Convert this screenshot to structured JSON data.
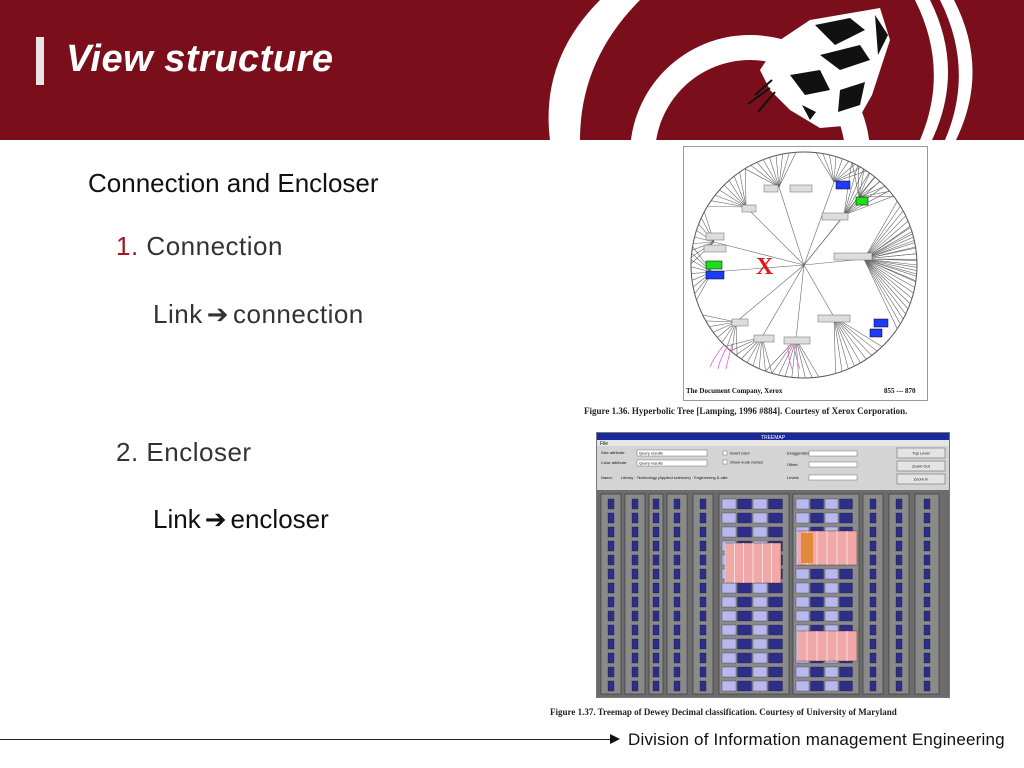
{
  "slide": {
    "title": "View structure",
    "heading": "Connection and Encloser",
    "items": [
      {
        "number": "1.",
        "label": "Connection",
        "sub_left": "Link",
        "sub_right": "connection"
      },
      {
        "number": "2.",
        "label": "Encloser",
        "sub_left": "Link",
        "sub_right": "encloser"
      }
    ],
    "arrow_glyph": "➔"
  },
  "figure1": {
    "footer_left": "The Document Company, Xerox",
    "footer_right": "855 --- 870",
    "center_label": "X",
    "caption": "Figure 1.36. Hyperbolic Tree [Lamping, 1996 #884]. Courtesy of Xerox Corporation."
  },
  "figure2": {
    "window_title": "TREEMAP",
    "menu": "File",
    "controls": {
      "size_attribute": "Size attribute:",
      "size_value": "Query results",
      "color_attribute": "Color attribute:",
      "color_value": "Query results",
      "invert_color": "Invert color",
      "show_node_names": "Show node names",
      "exaggeration": "Exaggeration",
      "offset": "Offset",
      "levels": "Levels",
      "name_label": "Name:",
      "name_value": "Library · Technology (Applied sciences) · Engineering & allie",
      "top_level": "Top Level",
      "zoom_out": "Zoom Out",
      "zoom_in": "Zoom In"
    },
    "caption": "Figure 1.37. Treemap of Dewey Decimal classification. Courtesy of University of Maryland"
  },
  "footer": {
    "text": "Division of Information management Engineering"
  },
  "colors": {
    "banner": "#7a0f1b",
    "accent": "#a3151f",
    "treemap_bg": "#6c6c6c",
    "treemap_blue": "#2d2d8a",
    "treemap_pink": "#f0a8a8"
  }
}
